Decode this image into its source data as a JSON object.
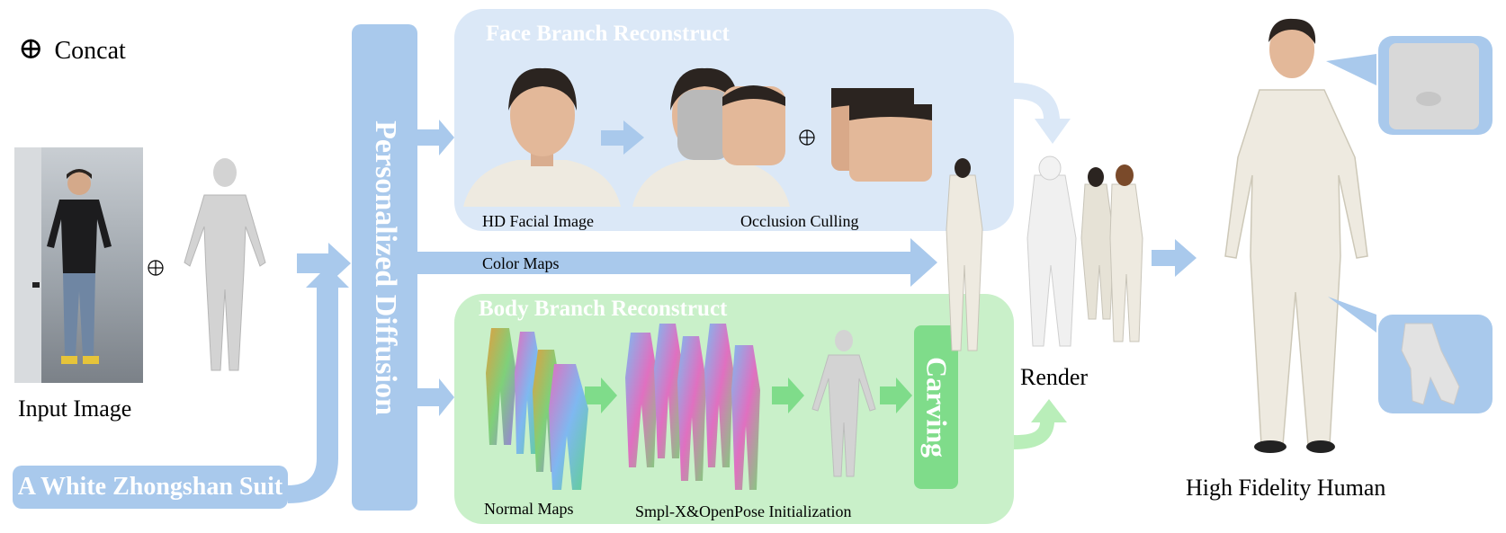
{
  "legend": {
    "symbol": "⊕",
    "label": "Concat"
  },
  "input": {
    "image_label": "Input Image",
    "prompt_text": "A White Zhongshan Suit"
  },
  "diffusion": {
    "label": "Personalized Diffusion"
  },
  "face_branch": {
    "title": "Face Branch Reconstruct",
    "hd_label": "HD Facial Image",
    "occlusion_label": "Occlusion Culling"
  },
  "color_maps": {
    "label": "Color Maps"
  },
  "body_branch": {
    "title": "Body Branch Reconstruct",
    "normal_label": "Normal Maps",
    "init_label": "Smpl-X&OpenPose Initialization",
    "carving_label": "Carving"
  },
  "render": {
    "label": "Render"
  },
  "output": {
    "label": "High Fidelity Human"
  },
  "colors": {
    "arrow_blue": "#a9c9ec",
    "arrow_green": "#b9eeb9",
    "face_panel": "#dbe8f7",
    "body_panel": "#c9f0c9",
    "carving": "#7fdc8a",
    "mesh_gray": "#d3d3d3",
    "suit_white": "#eeeae0"
  }
}
